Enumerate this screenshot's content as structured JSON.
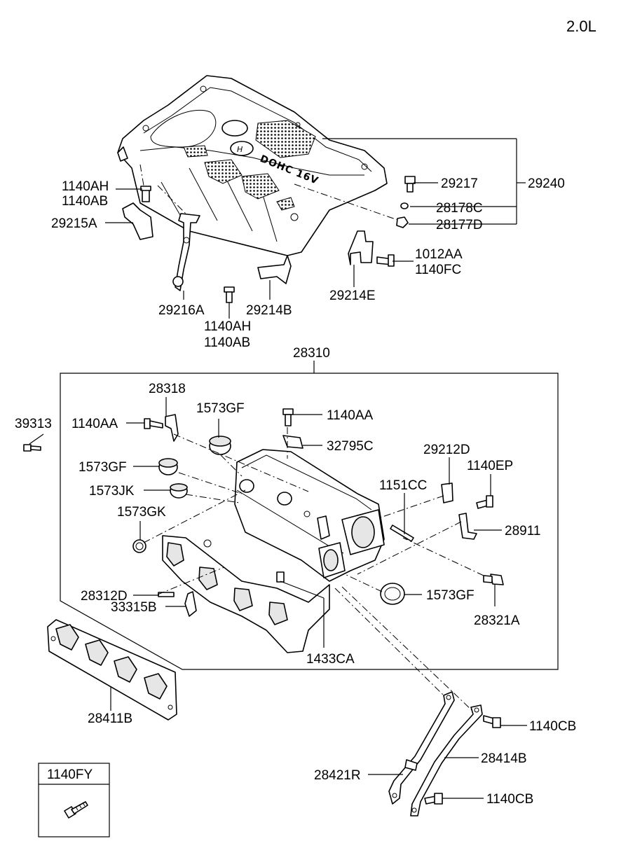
{
  "engine": "2.0L",
  "cover": {
    "emblem_text": "DOHC 16V"
  },
  "labels": {
    "p29217": "29217",
    "p29240": "29240",
    "p28178C": "28178C",
    "p28177D": "28177D",
    "p1140AH_a": "1140AH",
    "p1140AB_a": "1140AB",
    "p29215A": "29215A",
    "p1012AA": "1012AA",
    "p1140FC": "1140FC",
    "p29214E": "29214E",
    "p29216A": "29216A",
    "p29214B": "29214B",
    "p1140AH_b": "1140AH",
    "p1140AB_b": "1140AB",
    "p28310": "28310",
    "p28318": "28318",
    "p39313": "39313",
    "p1140AA_a": "1140AA",
    "p1573GF_a": "1573GF",
    "p1140AA_b": "1140AA",
    "p32795C": "32795C",
    "p29212D": "29212D",
    "p1573GF_b": "1573GF",
    "p1140EP": "1140EP",
    "p1151CC": "1151CC",
    "p1573JK": "1573JK",
    "p28911": "28911",
    "p1573GK": "1573GK",
    "p28312D": "28312D",
    "p1573GF_c": "1573GF",
    "p33315B": "33315B",
    "p28321A": "28321A",
    "p1433CA": "1433CA",
    "p28411B": "28411B",
    "p1140CB_a": "1140CB",
    "p28414B": "28414B",
    "p28421R": "28421R",
    "p1140CB_b": "1140CB"
  },
  "legend_box": {
    "title": "1140FY"
  }
}
